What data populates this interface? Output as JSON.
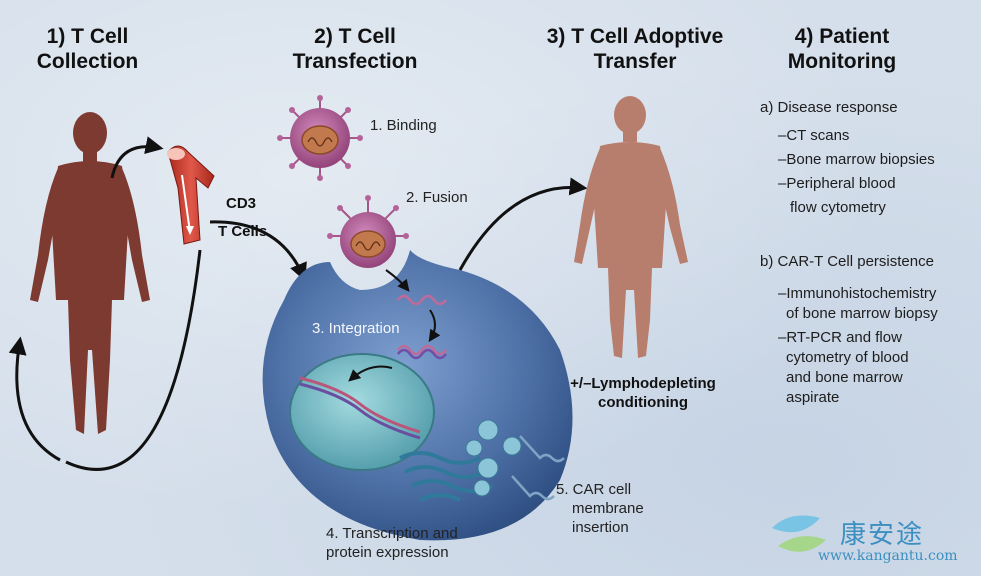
{
  "headings": {
    "step1_line1": "1) T Cell",
    "step1_line2": "Collection",
    "step2_line1": "2) T Cell",
    "step2_line2": "Transfection",
    "step3_line1": "3) T Cell Adoptive",
    "step3_line2": "Transfer",
    "step4_line1": "4) Patient",
    "step4_line2": "Monitoring"
  },
  "collection": {
    "cd3": "CD3",
    "tcells": "T Cells"
  },
  "transfection": {
    "binding": "1. Binding",
    "fusion": "2. Fusion",
    "integration": "3. Integration",
    "transcription_line1": "4. Transcription and",
    "transcription_line2": "protein expression",
    "car_line1": "5. CAR cell",
    "car_line2": "membrane",
    "car_line3": "insertion"
  },
  "transfer": {
    "conditioning_line1": "+/–Lymphodepleting",
    "conditioning_line2": "conditioning"
  },
  "monitoring": {
    "a_title": "a) Disease response",
    "a_items": [
      "–CT scans",
      "–Bone marrow biopsies",
      "–Peripheral blood",
      "flow cytometry"
    ],
    "b_title": "b) CAR-T Cell persistence",
    "b_items": [
      "–Immunohistochemistry",
      "of bone marrow biopsy",
      "–RT-PCR and flow",
      "cytometry of blood",
      "and bone marrow",
      "aspirate"
    ]
  },
  "watermark": {
    "chinese": "康安途",
    "url": "www.kangantu.com"
  },
  "colors": {
    "background": "#d5dfeb",
    "body_brown": "#8a3e32",
    "body_tan": "#b87d6c",
    "virus_pink": "#a8568a",
    "cell_blue": "#4a6fa6",
    "nucleus_teal": "#6fb3bd"
  }
}
